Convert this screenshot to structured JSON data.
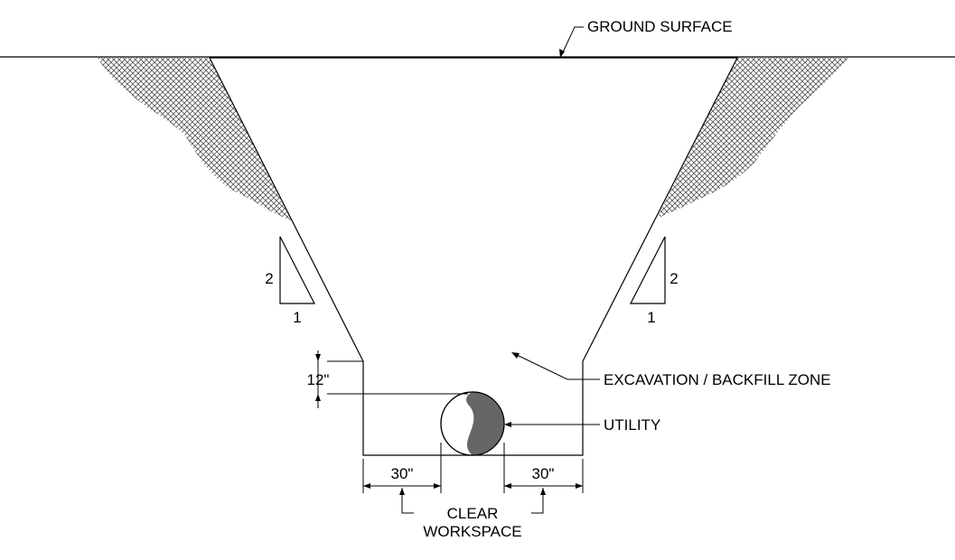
{
  "labels": {
    "ground_surface": "GROUND SURFACE",
    "excavation_zone": "EXCAVATION / BACKFILL ZONE",
    "utility": "UTILITY",
    "clear": "CLEAR",
    "workspace": "WORKSPACE"
  },
  "dimensions": {
    "left_clearance": "30\"",
    "right_clearance": "30\"",
    "cover_depth": "12\""
  },
  "slope": {
    "left_rise": "2",
    "left_run": "1",
    "right_rise": "2",
    "right_run": "1"
  },
  "colors": {
    "line": "#000000",
    "soil_hatch": "#555555",
    "utility_fill": "#666666",
    "background": "#ffffff"
  }
}
